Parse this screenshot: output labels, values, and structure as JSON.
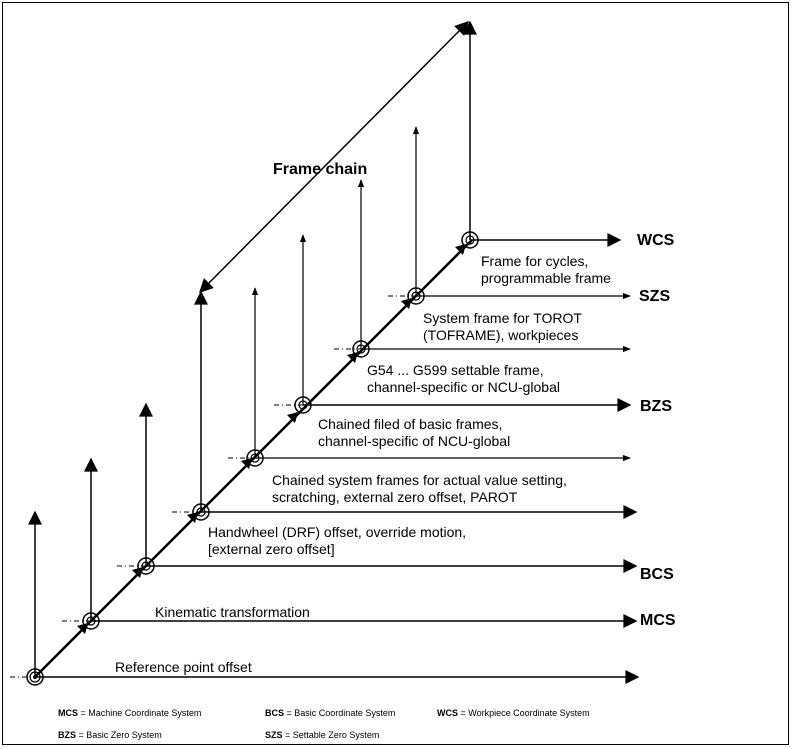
{
  "title": "Frame chain",
  "systems": {
    "wcs": "WCS",
    "szs": "SZS",
    "bzs": "BZS",
    "bcs": "BCS",
    "mcs": "MCS"
  },
  "stages": [
    {
      "line1": "Reference point offset",
      "line2": ""
    },
    {
      "line1": "Kinematic transformation",
      "line2": ""
    },
    {
      "line1": "Handwheel (DRF) offset, override motion,",
      "line2": "[external zero offset]"
    },
    {
      "line1": "Chained system frames for actual value setting,",
      "line2": "scratching, external zero offset, PAROT"
    },
    {
      "line1": "Chained filed of basic frames,",
      "line2": "channel-specific of NCU-global"
    },
    {
      "line1": "G54 ... G599 settable frame,",
      "line2": "channel-specific or NCU-global"
    },
    {
      "line1": "System frame for TOROT",
      "line2": "(TOFRAME), workpieces"
    },
    {
      "line1": "Frame for cycles,",
      "line2": "programmable frame"
    }
  ],
  "legend": [
    {
      "abbr": "MCS",
      "text": "= Machine Coordinate System"
    },
    {
      "abbr": "BCS",
      "text": "= Basic Coordinate System"
    },
    {
      "abbr": "WCS",
      "text": "= Workpiece Coordinate System"
    },
    {
      "abbr": "BZS",
      "text": "= Basic Zero System"
    },
    {
      "abbr": "SZS",
      "text": "= Settable Zero System"
    }
  ]
}
